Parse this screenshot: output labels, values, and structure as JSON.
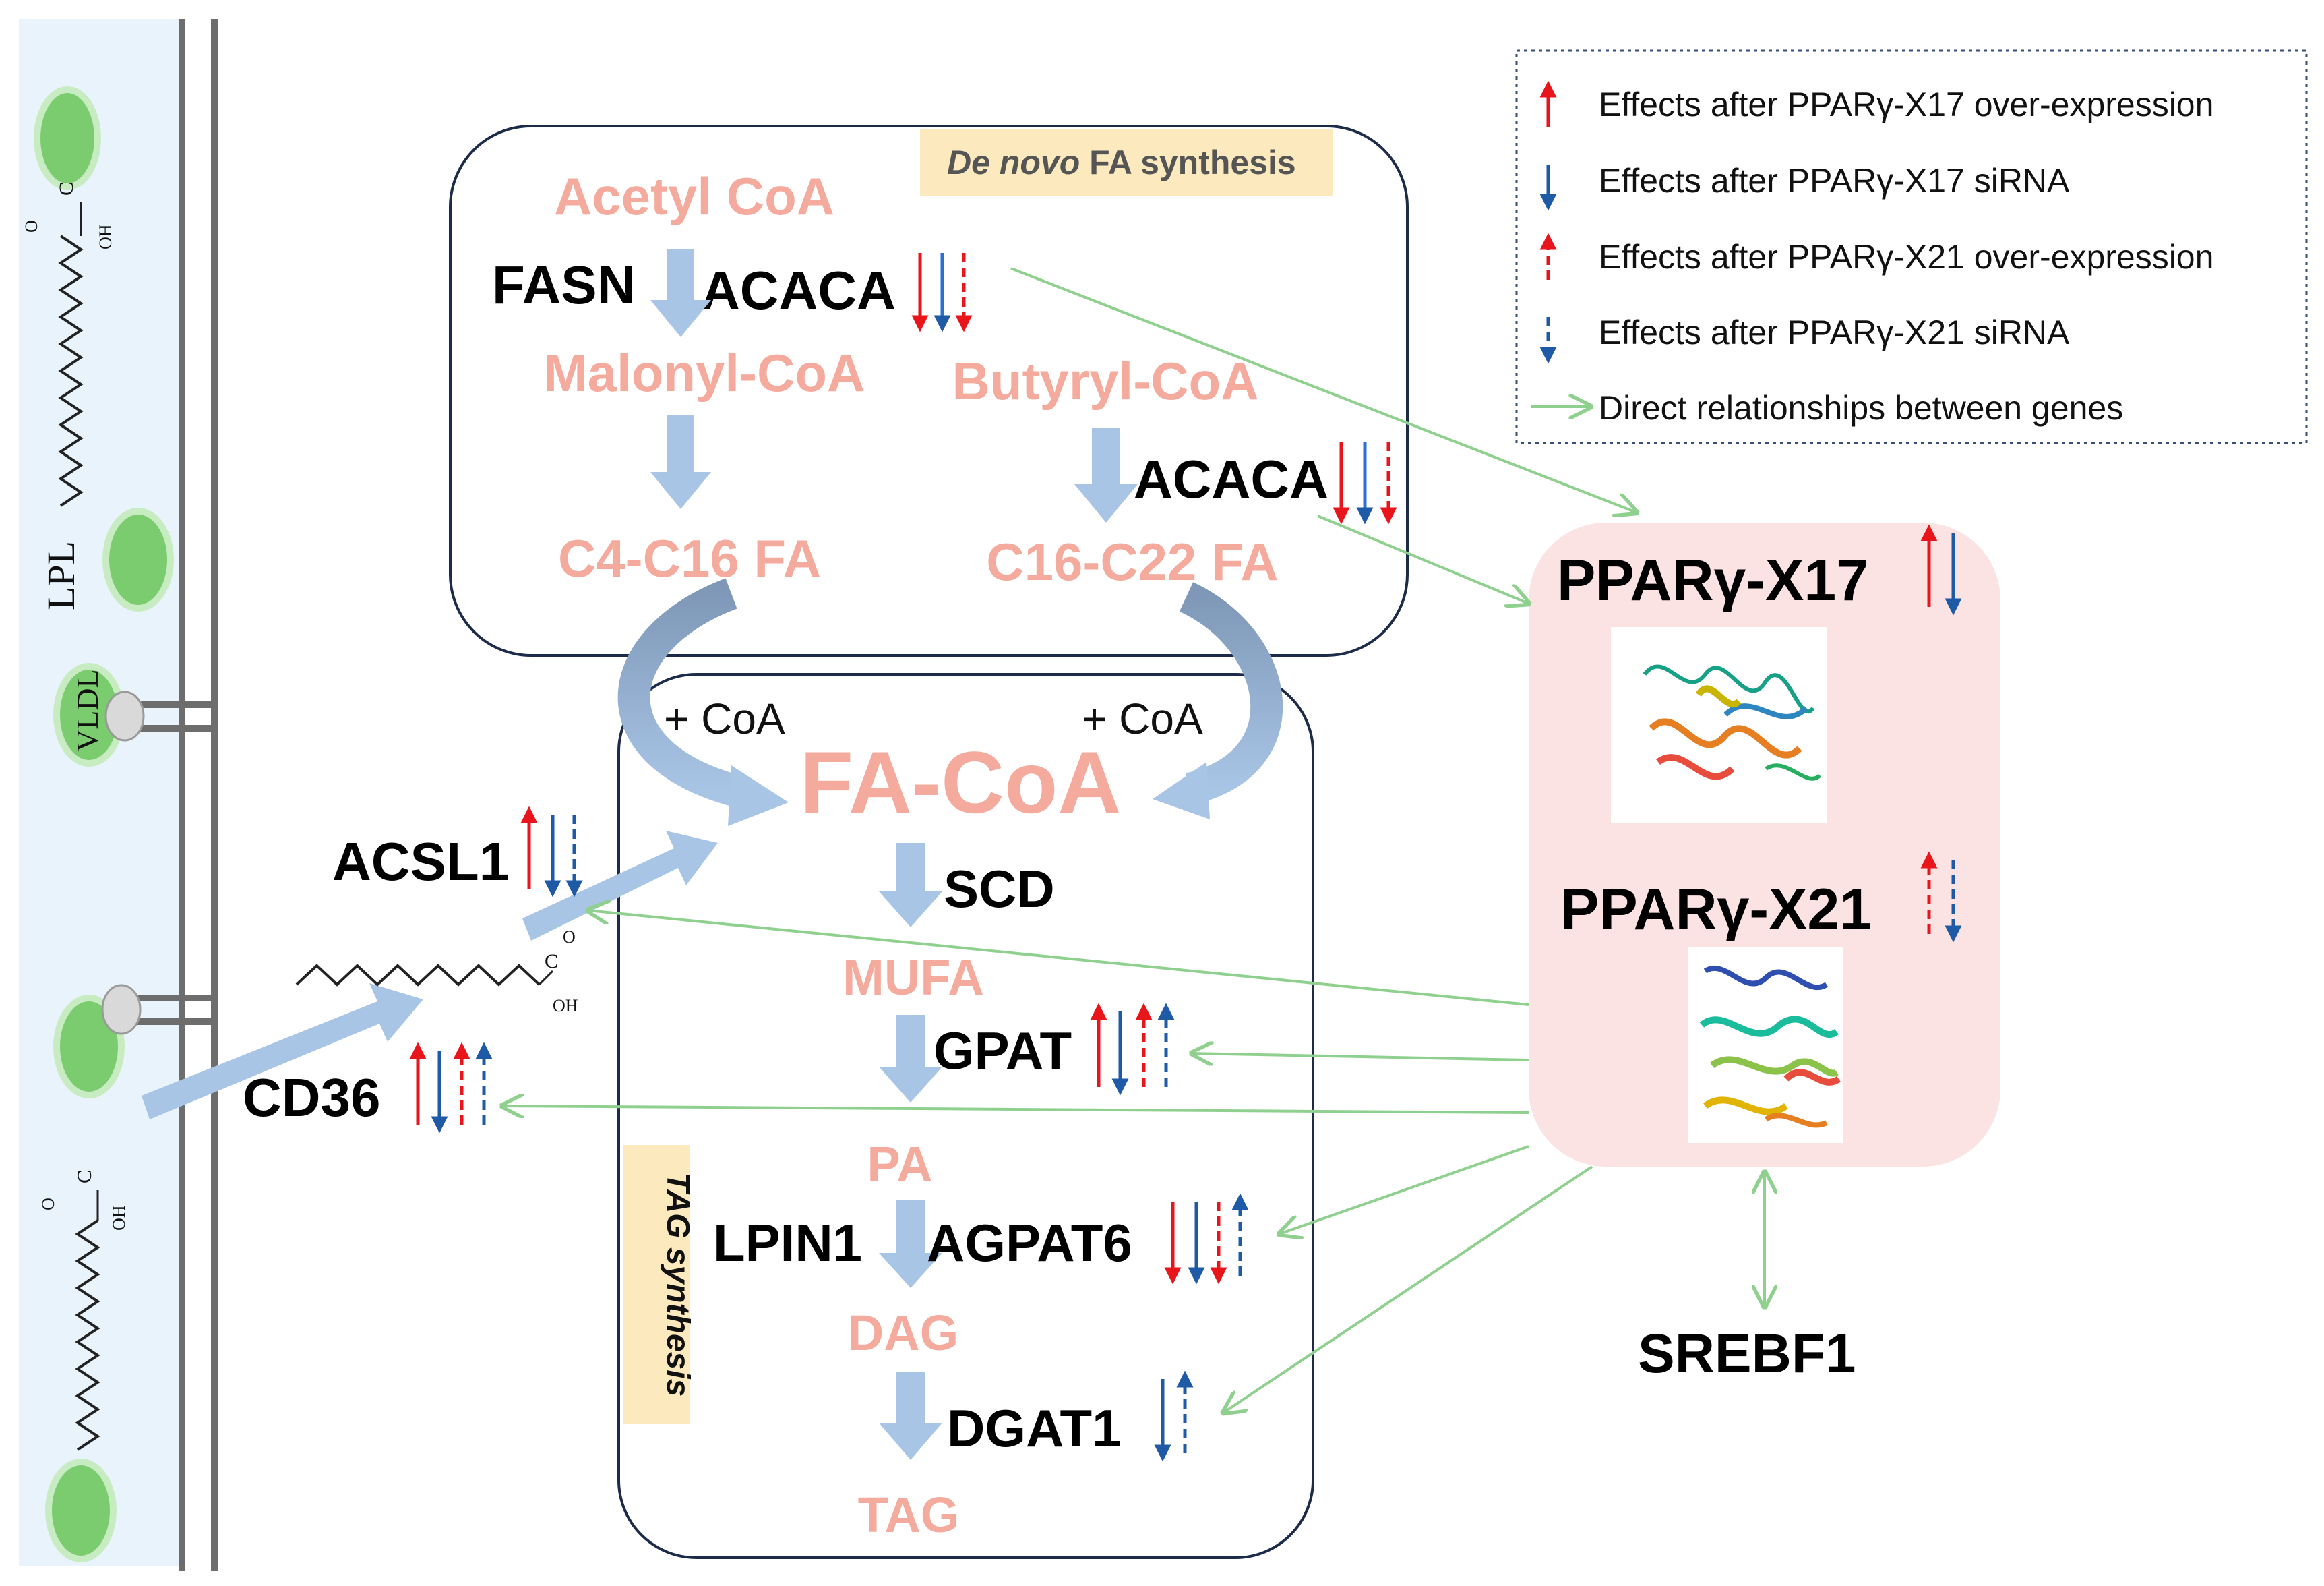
{
  "membrane": {
    "lpl_label": "LPL",
    "vldl_label": "VLDL",
    "carbonyl_o": "O",
    "carbonyl_c": "C",
    "hydroxyl": "OH"
  },
  "colors": {
    "up_x17": "#e8151b",
    "down_x17": "#1f5aa6",
    "up_x21": "#e8151b",
    "down_x21": "#1f5aa6",
    "relation": "#8fd08f",
    "flow_arrow": "#a9c5e6",
    "metabolite": "#f4aa9c",
    "ppar_box": "#fbe3e3",
    "cell_bg": "#e9f3fb"
  },
  "legend": {
    "items": [
      {
        "label": "Effects after PPARγ-X17 over-expression",
        "arrow": "up-solid-red"
      },
      {
        "label": "Effects after PPARγ-X17 siRNA",
        "arrow": "down-solid-blue"
      },
      {
        "label": "Effects after PPARγ-X21 over-expression",
        "arrow": "up-dashed-red"
      },
      {
        "label": "Effects after PPARγ-X21 siRNA",
        "arrow": "down-dashed-blue"
      },
      {
        "label": "Direct relationships between genes",
        "arrow": "green-line"
      }
    ]
  },
  "denovo": {
    "title_italic": "De novo",
    "title_rest": " FA synthesis",
    "acetyl": "Acetyl CoA",
    "malonyl": "Malonyl-CoA",
    "butyryl": "Butyryl-CoA",
    "c4": "C4-C16 FA",
    "c16": "C16-C22 FA",
    "fasn": "FASN",
    "acaca": "ACACA"
  },
  "tag": {
    "title": "TAG synthesis",
    "coa_left": "+ CoA",
    "coa_right": "+ CoA",
    "facoa": "FA-CoA",
    "scd": "SCD",
    "mufa": "MUFA",
    "gpat": "GPAT",
    "pa": "PA",
    "lpin1": "LPIN1",
    "agpat6": "AGPAT6",
    "dag": "DAG",
    "dgat1": "DGAT1",
    "tag_label": "TAG"
  },
  "transport": {
    "acsl1": "ACSL1",
    "cd36": "CD36"
  },
  "ppar": {
    "x17": "PPARγ-X17",
    "x21": "PPARγ-X21",
    "srebf1": "SREBF1"
  }
}
